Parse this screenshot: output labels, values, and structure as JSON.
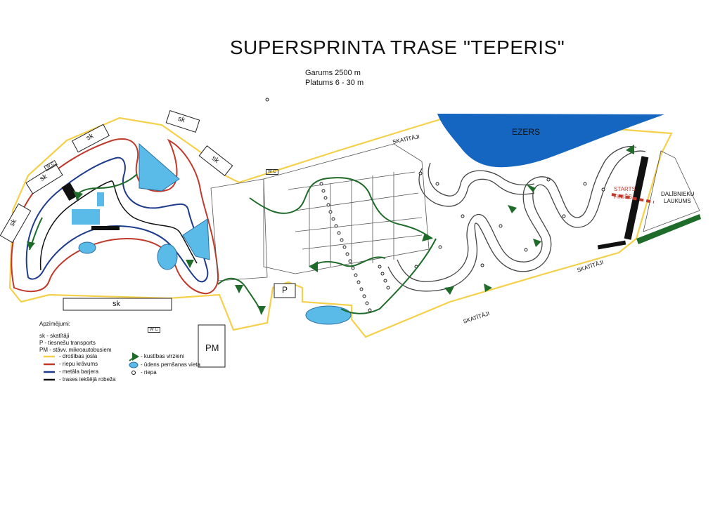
{
  "title": "SUPERSPRINTA TRASE \"TEPERIS\"",
  "length_line": "Garums 2500 m",
  "width_line": "Platums 6 - 30 m",
  "labels": {
    "lake": "EZERS",
    "spectators_1": "SKATĪTĀJI",
    "spectators_2": "SKATĪTĀJI",
    "spectators_3": "SKATĪTĀJI",
    "sk": "sk",
    "wc": "W C",
    "parking_p": "P",
    "parking_pm": "PM",
    "start_finish_1": "STARTS",
    "start_finish_2": "FINIŠS",
    "paddock_1": "DALĪBNIEKU",
    "paddock_2": "LAUKUMS"
  },
  "legend": {
    "heading": "Apzīmējumi:",
    "sk_def": "sk - skatītāji",
    "p_def": "P  - tiesnešu transports",
    "pm_def": "PM - stāvv. mikroautobusiem",
    "safety_strip": "- drošības josla",
    "tyre_stack": "- riepu krāvums",
    "metal_barrier": "- metāla barjera",
    "inner_edge": "- trases iekšējā robeža",
    "direction": "- kustības virzieni",
    "water_spot": "- ūdens pemšanas vieta",
    "tyre": "- riepa"
  },
  "colors": {
    "safety_strip": "#f5d04a",
    "tyre_stack": "#c0392b",
    "metal_barrier": "#1f3b8c",
    "inner_edge": "#111111",
    "direction": "#1f6b2a",
    "water": "#5bbbe8",
    "lake": "#1466c0"
  }
}
